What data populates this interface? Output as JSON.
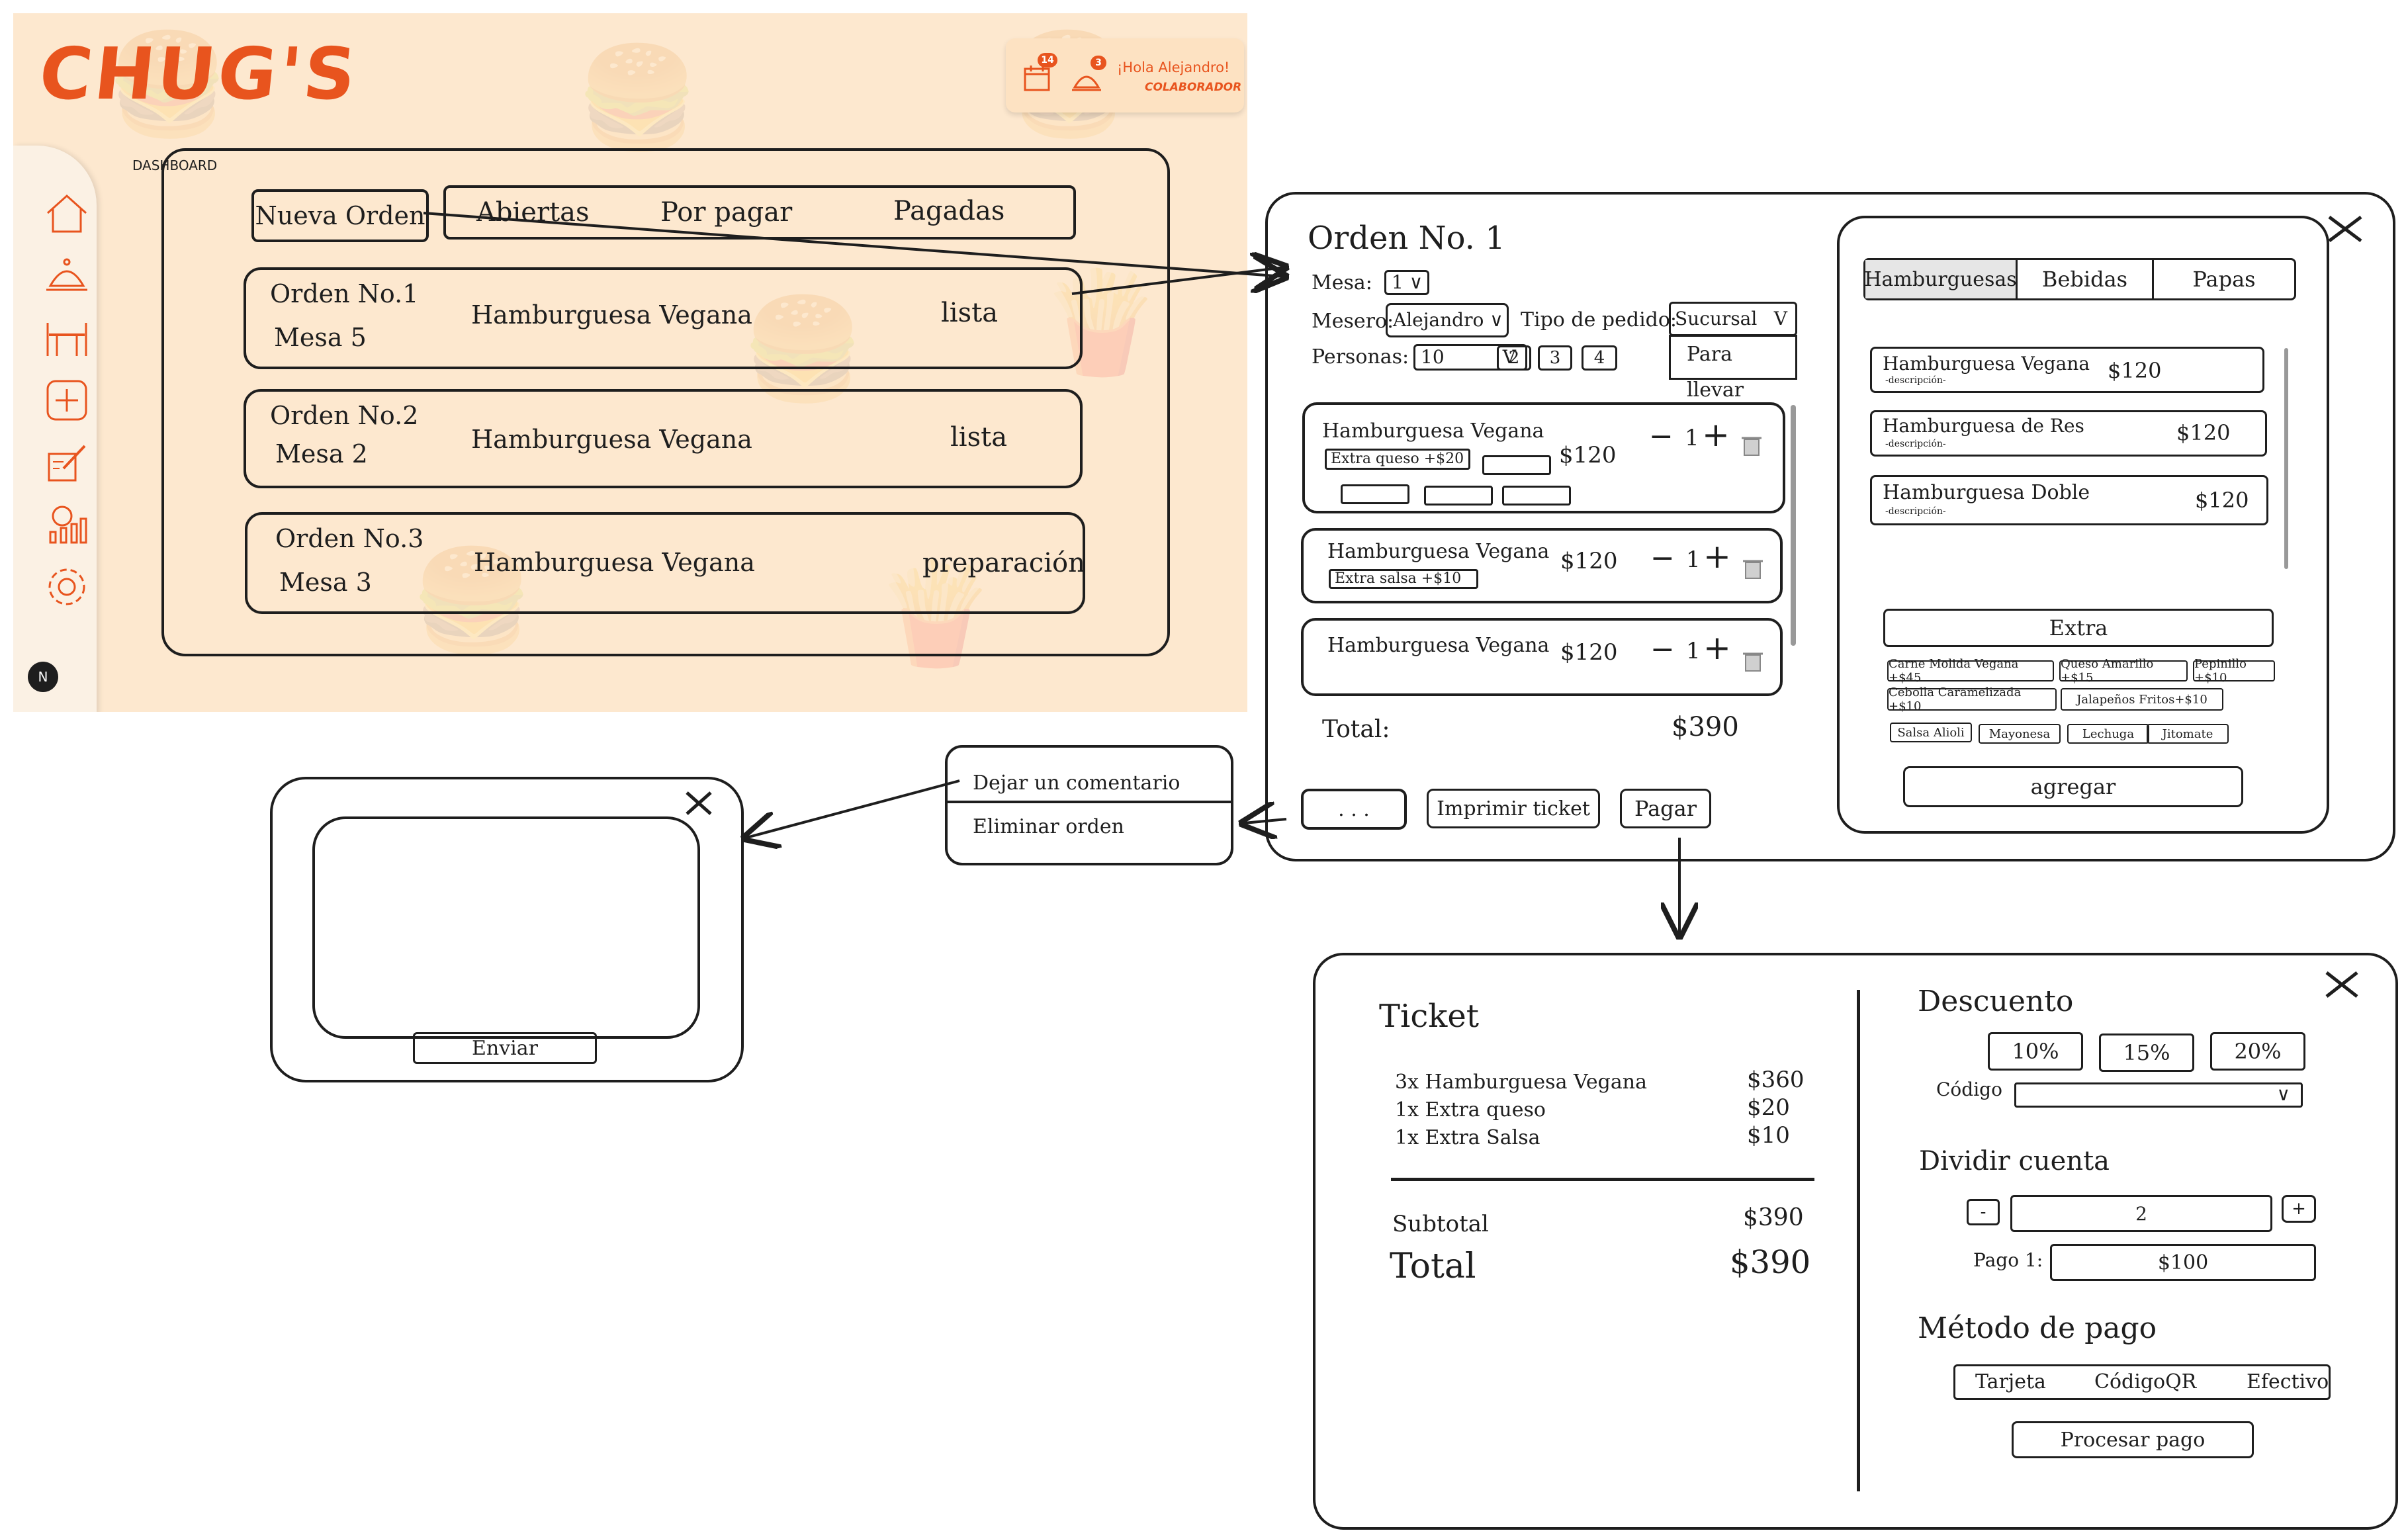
{
  "dashboard": {
    "brand": "CHUG'S",
    "breadcrumb": "DASHBOARD",
    "badges": {
      "calendar_count": "14",
      "bell_count": "3"
    },
    "greeting": "¡Hola Alejandro!",
    "role": "COLABORADOR",
    "avatar_letter": "N",
    "colors": {
      "brand": "#e8541e",
      "background": "#fde8cf",
      "sidebar": "#fbf1e4"
    },
    "sidebar_icons": [
      "home-icon",
      "service-bell-icon",
      "dining-table-icon",
      "add-square-icon",
      "edit-order-icon",
      "report-chart-icon",
      "settings-gear-icon"
    ],
    "new_order_label": "Nueva Orden",
    "tabs": [
      "Abiertas",
      "Por pagar",
      "Pagadas"
    ],
    "orders": [
      {
        "title": "Orden No.1",
        "table": "Mesa 5",
        "item": "Hamburguesa Vegana",
        "status": "lista"
      },
      {
        "title": "Orden No.2",
        "table": "Mesa 2",
        "item": "Hamburguesa Vegana",
        "status": "lista"
      },
      {
        "title": "Orden No.3",
        "table": "Mesa 3",
        "item": "Hamburguesa Vegana",
        "status": "preparación"
      }
    ]
  },
  "order": {
    "title": "Orden No. 1",
    "mesa_label": "Mesa:",
    "mesa_value": "1",
    "mesero_label": "Mesero:",
    "mesero_value": "Alejandro",
    "tipo_label": "Tipo de pedido:",
    "tipo_value": "Sucursal",
    "tipo_option": "Para llevar",
    "personas_label": "Personas:",
    "personas_value": "10",
    "personas_quick": [
      "2",
      "3",
      "4"
    ],
    "items": [
      {
        "name": "Hamburguesa Vegana",
        "extra": "Extra queso +$20",
        "price": "$120",
        "qty": "1"
      },
      {
        "name": "Hamburguesa Vegana",
        "extra": "Extra salsa +$10",
        "price": "$120",
        "qty": "1"
      },
      {
        "name": "Hamburguesa Vegana",
        "extra": "",
        "price": "$120",
        "qty": "1"
      }
    ],
    "total_label": "Total:",
    "total_value": "$390",
    "more_label": ". . .",
    "print_label": "Imprimir ticket",
    "pay_label": "Pagar"
  },
  "menu": {
    "tabs": [
      "Hamburguesas",
      "Bebidas",
      "Papas"
    ],
    "products": [
      {
        "name": "Hamburguesa Vegana",
        "desc": "-descripción-",
        "price": "$120"
      },
      {
        "name": "Hamburguesa de Res",
        "desc": "-descripción-",
        "price": "$120"
      },
      {
        "name": "Hamburguesa Doble",
        "desc": "-descripción-",
        "price": "$120"
      }
    ],
    "extra_label": "Extra",
    "extras": [
      "Carne Molida Vegana +$45",
      "Queso Amarillo +$15",
      "Pepinillo +$10",
      "Cebolla Caramelizada +$10",
      "Jalapeños Fritos+$10",
      "Salsa Alioli",
      "Mayonesa",
      "Lechuga",
      "Jitomate"
    ],
    "add_label": "agregar"
  },
  "context_menu": {
    "comment": "Dejar un comentario",
    "delete": "Eliminar orden"
  },
  "comment_modal": {
    "send_label": "Enviar"
  },
  "payment": {
    "ticket_title": "Ticket",
    "lines": [
      {
        "desc": "3x Hamburguesa Vegana",
        "amount": "$360"
      },
      {
        "desc": "1x Extra queso",
        "amount": "$20"
      },
      {
        "desc": "1x Extra Salsa",
        "amount": "$10"
      }
    ],
    "subtotal_label": "Subtotal",
    "subtotal_value": "$390",
    "total_label": "Total",
    "total_value": "$390",
    "discount_title": "Descuento",
    "discounts": [
      "10%",
      "15%",
      "20%"
    ],
    "code_label": "Código",
    "split_title": "Dividir cuenta",
    "split_minus": "-",
    "split_plus": "+",
    "split_value": "2",
    "pago_label": "Pago 1:",
    "pago_value": "$100",
    "method_title": "Método de pago",
    "methods": [
      "Tarjeta",
      "CódigoQR",
      "Efectivo"
    ],
    "process_label": "Procesar pago"
  }
}
